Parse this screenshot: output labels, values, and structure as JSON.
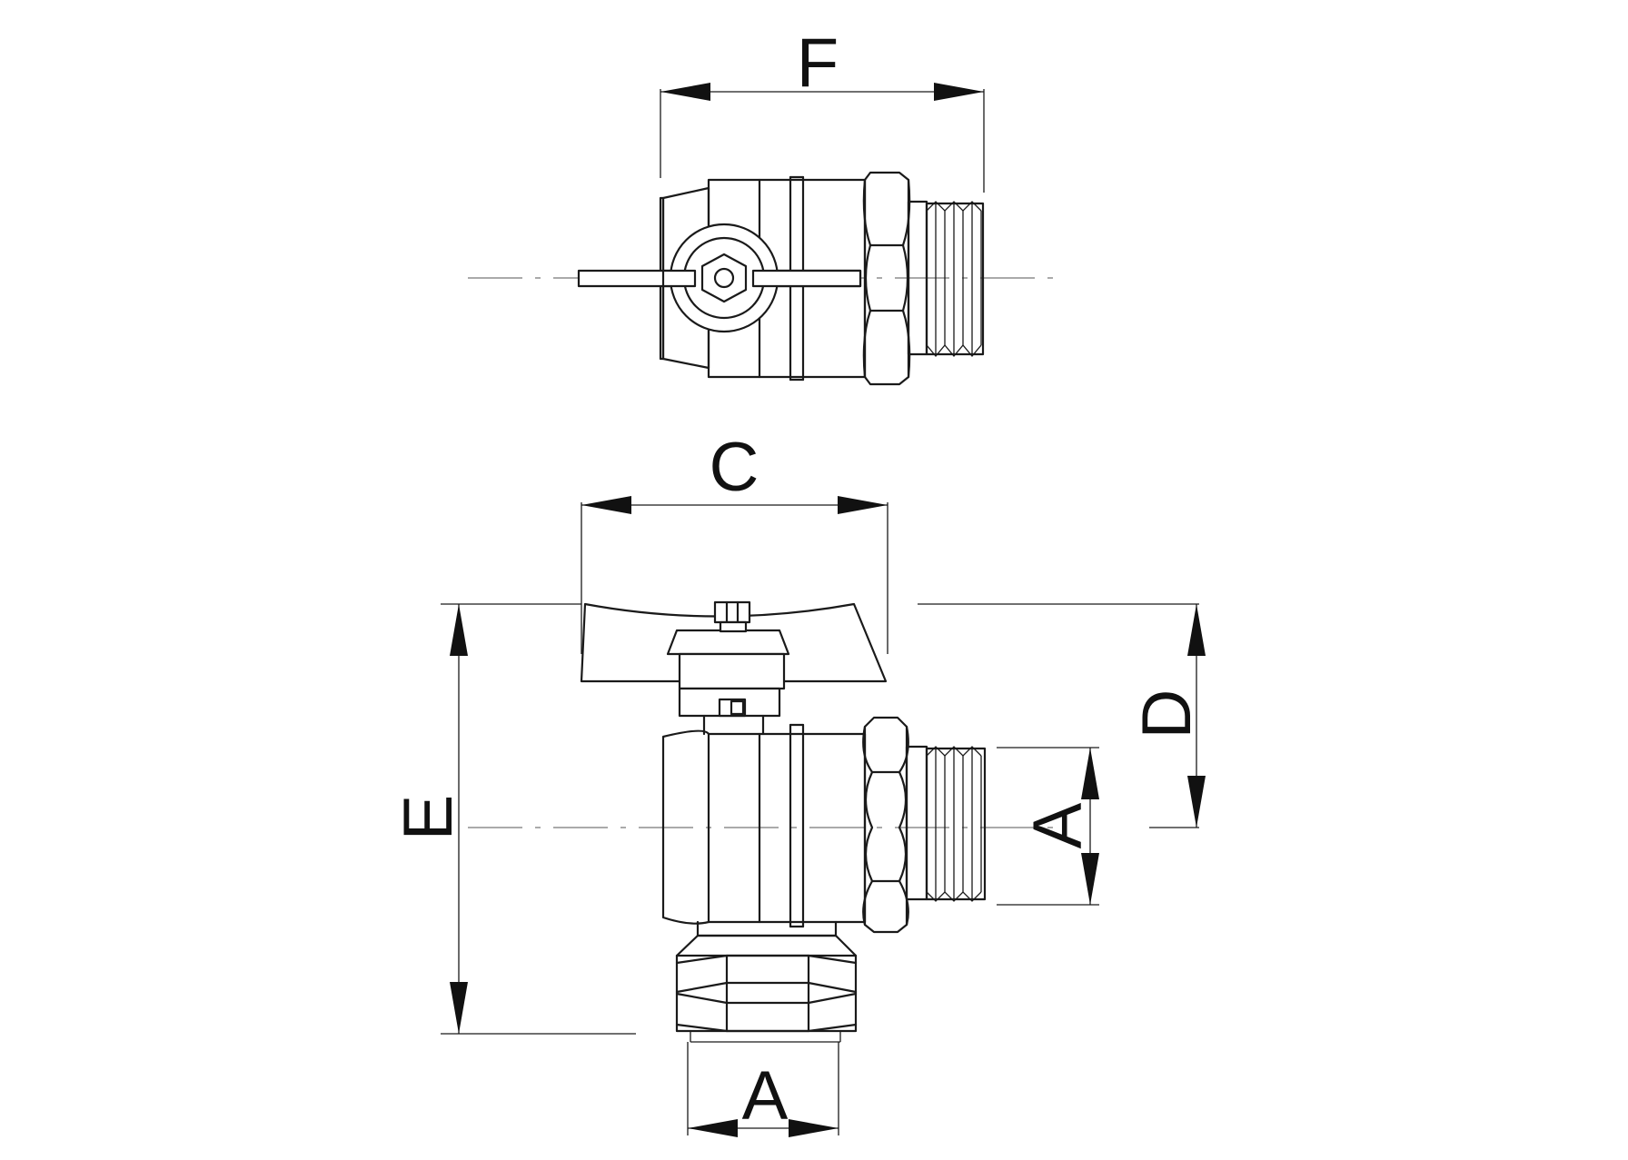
{
  "dimensions": {
    "F": "F",
    "C": "C",
    "D": "D",
    "E": "E",
    "A_vertical": "A",
    "A_horizontal": "A"
  }
}
